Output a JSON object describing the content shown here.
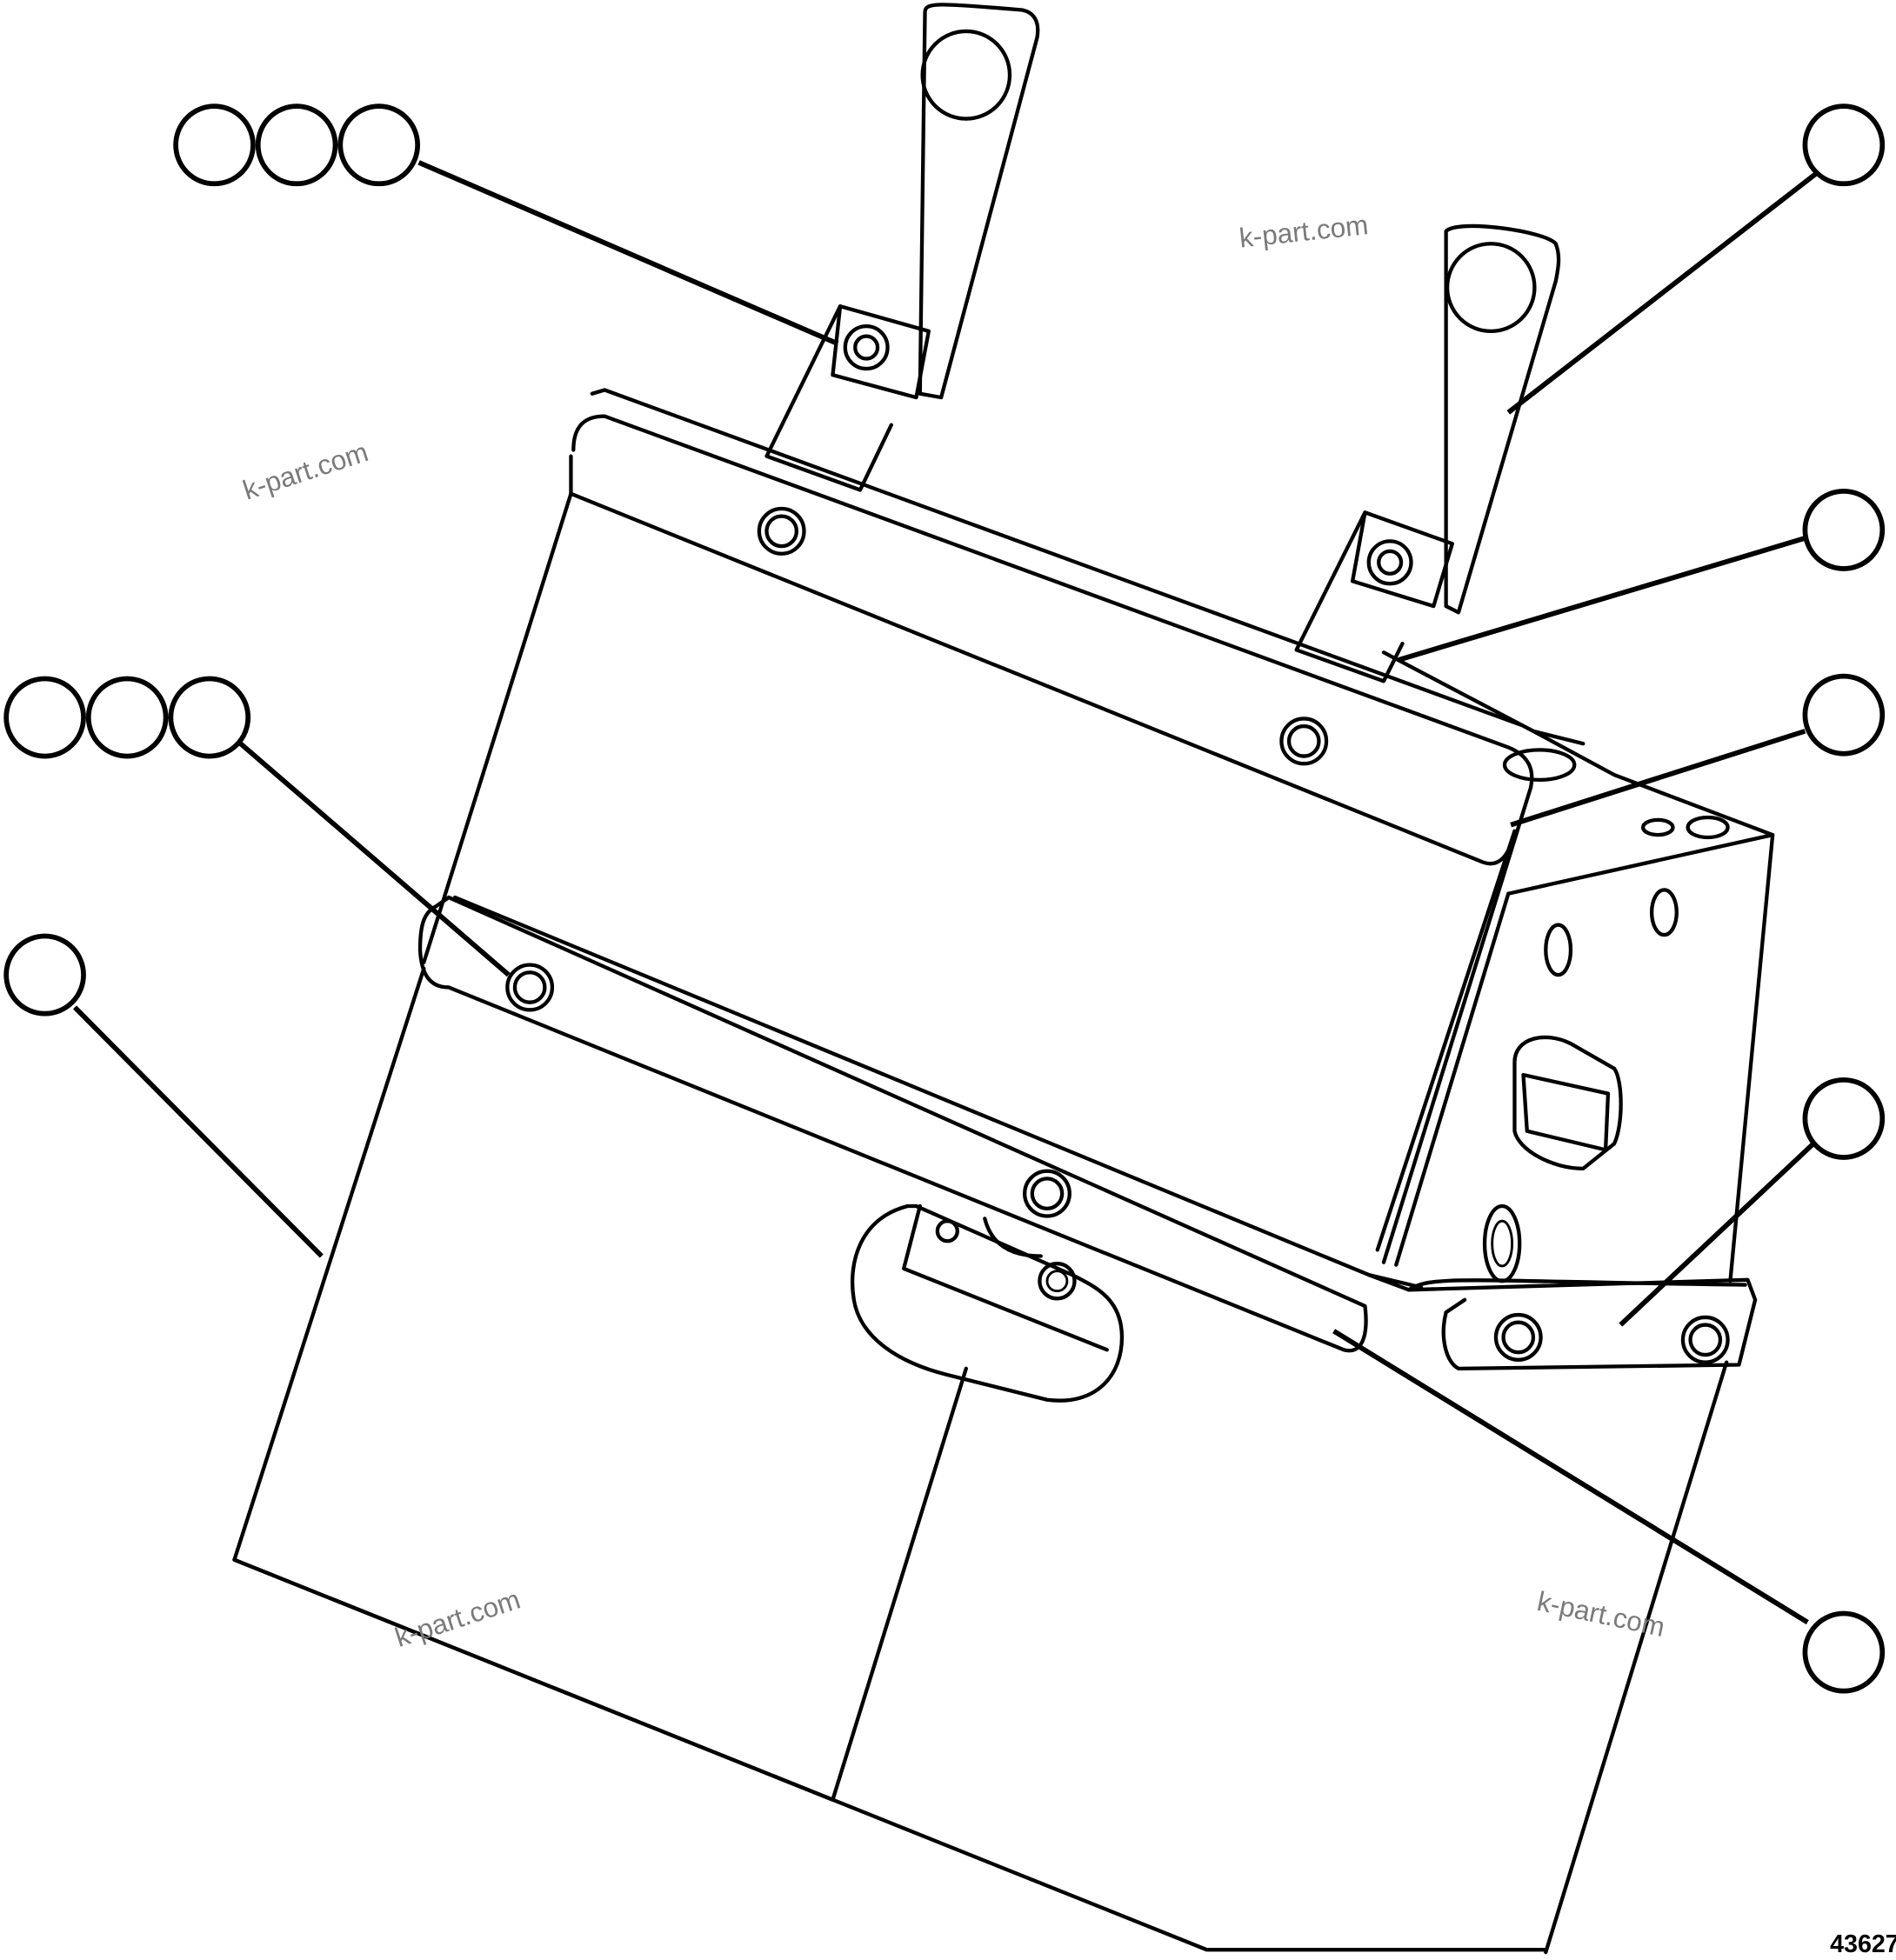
{
  "watermarks": [
    "k-part.com",
    "k-part.com",
    "k-part.com",
    "k-part.com"
  ],
  "figure_number": "43627"
}
